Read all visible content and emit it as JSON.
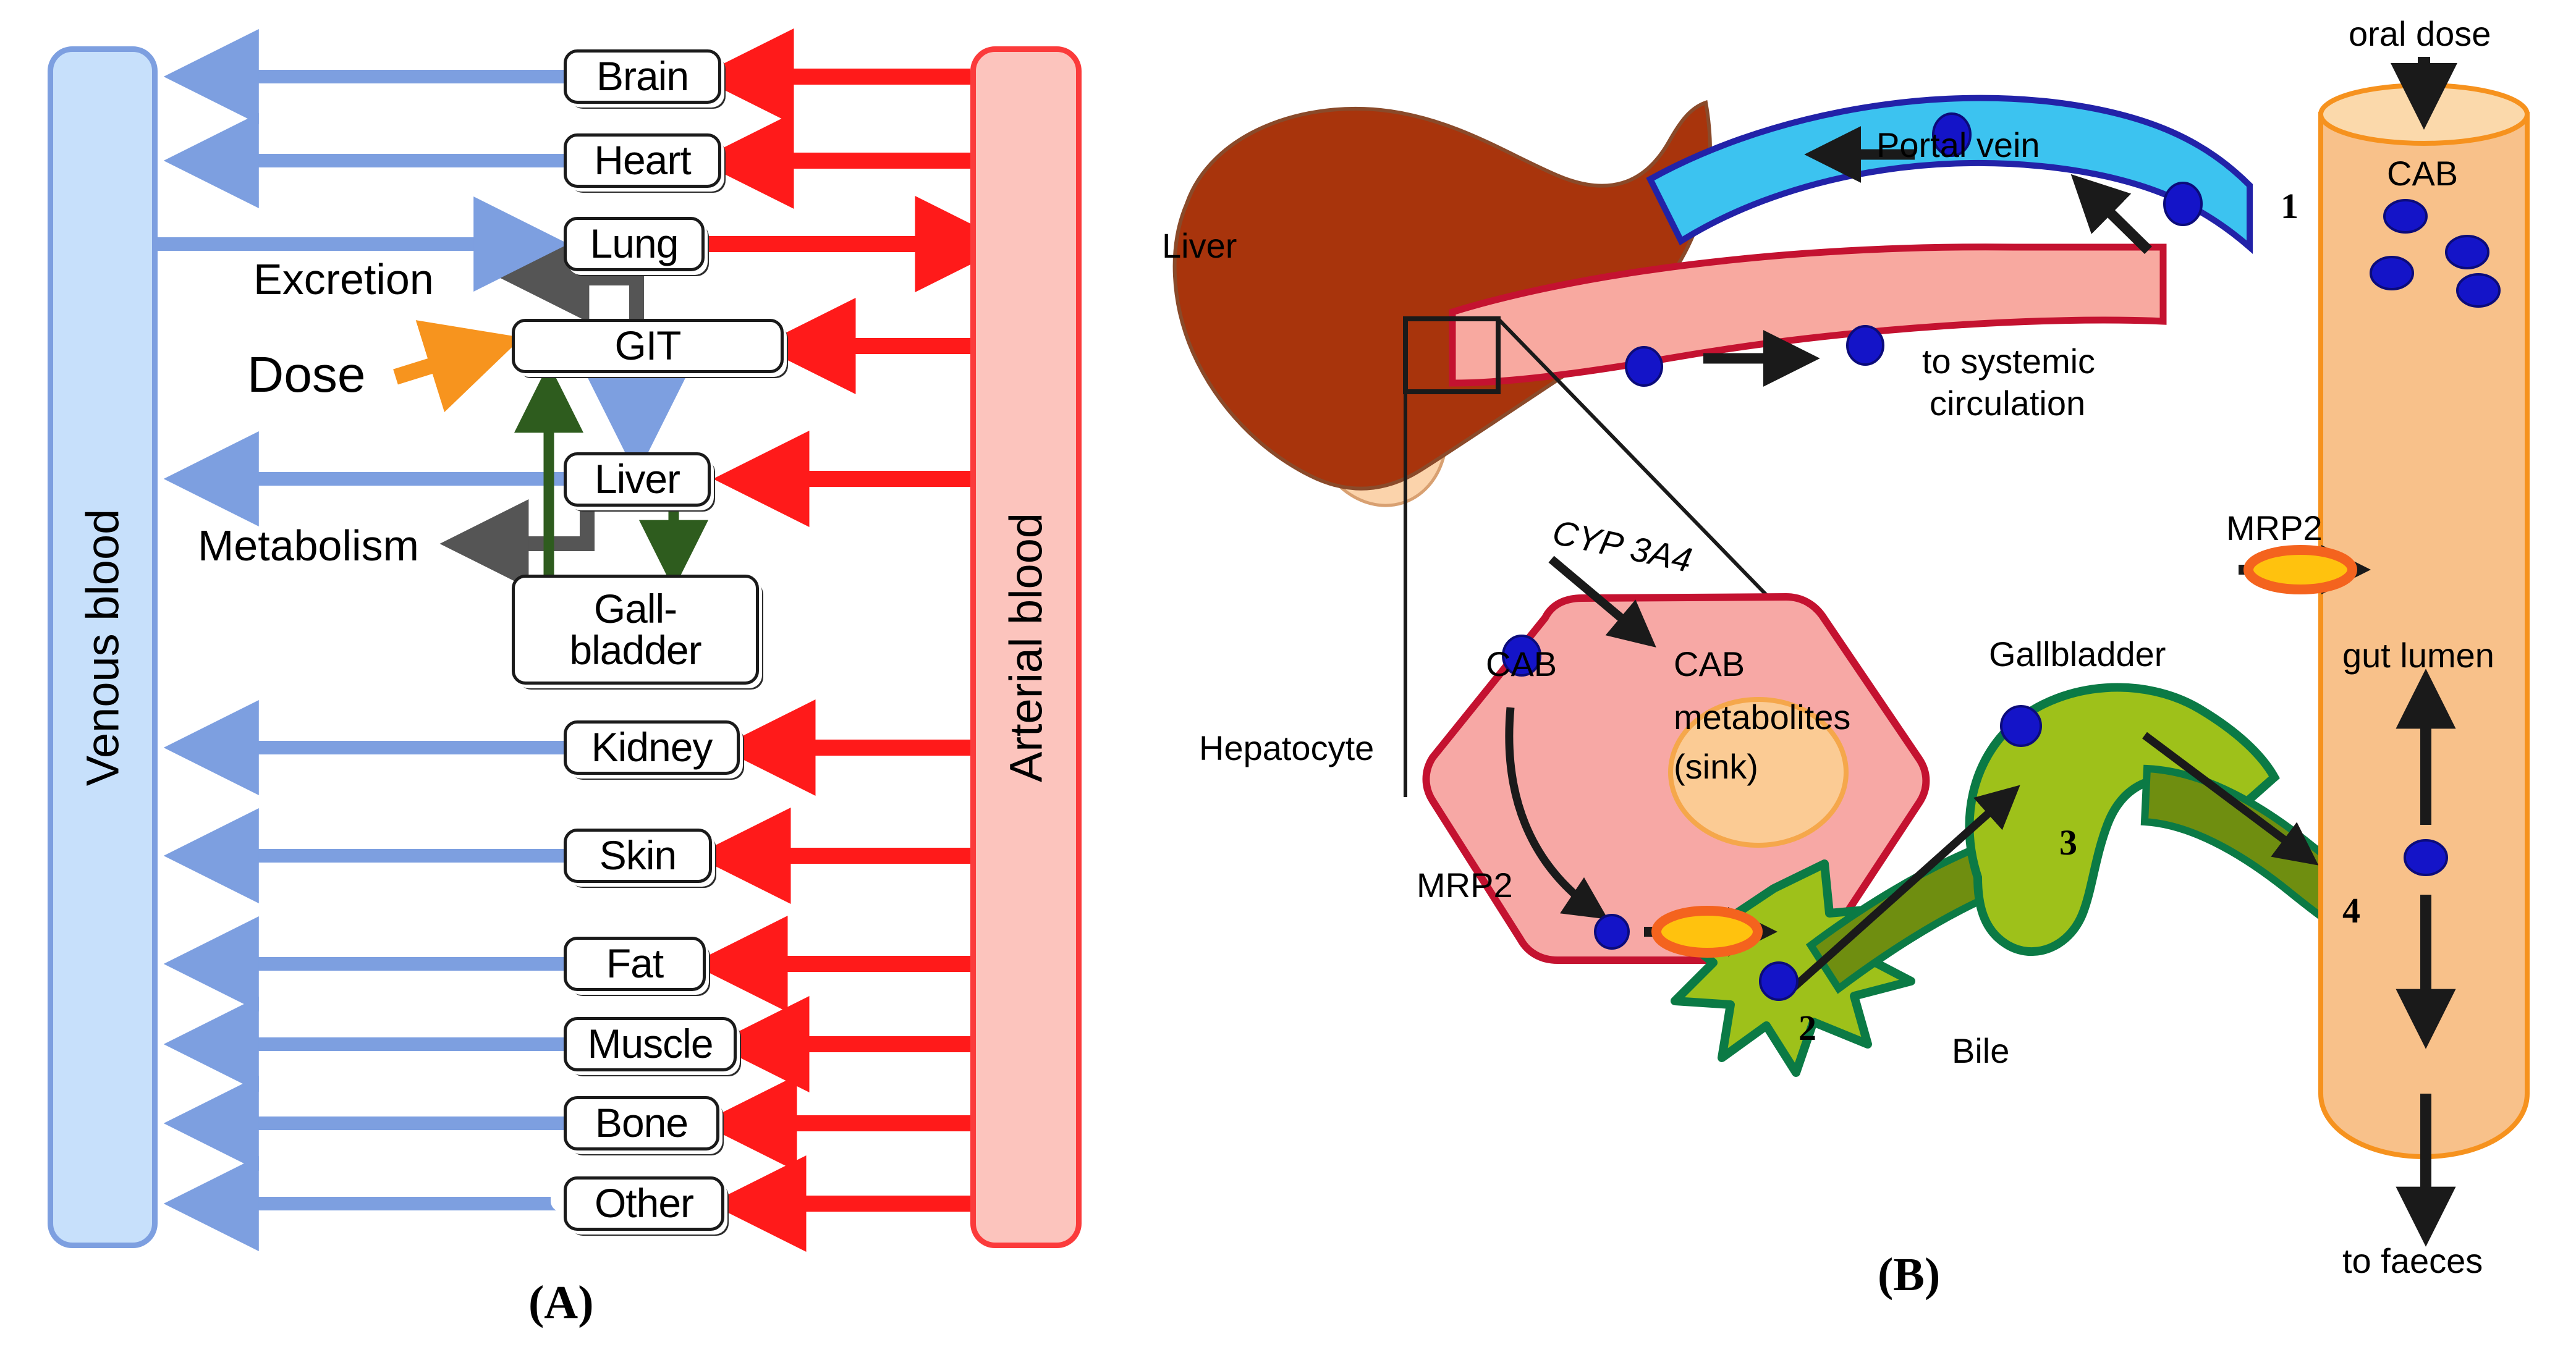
{
  "figure": {
    "panels": [
      {
        "id": "A",
        "caption": "(A)"
      },
      {
        "id": "B",
        "caption": "(B)"
      }
    ]
  },
  "panel_a": {
    "caption": "(A)",
    "vessels": [
      {
        "name": "venous-blood",
        "label": "Venous blood",
        "fill": "#c7e0fb",
        "stroke": "#7d9fe0"
      },
      {
        "name": "arterial-blood",
        "label": "Arterial blood",
        "fill": "#fcc4bd",
        "stroke": "#fb3b3b"
      }
    ],
    "organs": [
      {
        "id": "brain",
        "label": "Brain"
      },
      {
        "id": "heart",
        "label": "Heart"
      },
      {
        "id": "lung",
        "label": "Lung"
      },
      {
        "id": "git",
        "label": "GIT"
      },
      {
        "id": "liver",
        "label": "Liver"
      },
      {
        "id": "gallbladder",
        "label": "Gall-\nbladder"
      },
      {
        "id": "kidney",
        "label": "Kidney"
      },
      {
        "id": "skin",
        "label": "Skin"
      },
      {
        "id": "fat",
        "label": "Fat"
      },
      {
        "id": "muscle",
        "label": "Muscle"
      },
      {
        "id": "bone",
        "label": "Bone"
      },
      {
        "id": "other",
        "label": "Other"
      }
    ],
    "annotations": [
      {
        "id": "excretion",
        "label": "Excretion",
        "color": "#555555"
      },
      {
        "id": "dose",
        "label": "Dose",
        "color": "#f7941e"
      },
      {
        "id": "metabolism",
        "label": "Metabolism",
        "color": "#555555"
      }
    ],
    "colors": {
      "venous_arrow": "#7d9fe0",
      "arterial_arrow": "#ff1a1a",
      "bile_arrow": "#2e5c1e",
      "grey_arrow": "#555555",
      "dose_arrow": "#f7941e"
    }
  },
  "panel_b": {
    "caption": "(B)",
    "labels": {
      "liver": "Liver",
      "portal_vein": "Portal vein",
      "to_systemic": "to systemic",
      "circulation": "circulation",
      "oral_dose": "oral dose",
      "cab_gut": "CAB",
      "mrp2_gut": "MRP2",
      "gut_lumen": "gut lumen",
      "to_faeces": "to faeces",
      "hepatocyte": "Hepatocyte",
      "cyp3a4": "CYP 3A4",
      "cab_hepatocyte": "CAB",
      "cab_metabolites_1": "CAB",
      "cab_metabolites_2": "metabolites",
      "cab_metabolites_3": "(sink)",
      "mrp2_hepatocyte": "MRP2",
      "bile": "Bile",
      "gallbladder": "Gallbladder"
    },
    "step_numbers": [
      "1",
      "2",
      "3",
      "4"
    ],
    "colors": {
      "liver_organ": "#a8340c",
      "gallbladder_small": "#fbd3ab",
      "portal_vein_fill": "#3cc3f0",
      "portal_vein_stroke": "#2222a8",
      "systemic_fill": "#f8a9a0",
      "systemic_stroke": "#c41230",
      "hepatocyte_fill": "#f7a8a5",
      "hepatocyte_stroke": "#c41230",
      "nucleus_fill": "#fbcb94",
      "nucleus_stroke": "#f5a74b",
      "bile_canaliculus_fill": "#9ec11a",
      "bile_canaliculus_stroke": "#0b7a45",
      "bile_duct_fill": "#6f8e10",
      "gut_lumen_fill": "#f8c18a",
      "gut_lumen_top": "#fbd9ab",
      "gut_lumen_stroke": "#f6921e",
      "drug_dot": "#1414c8",
      "mrp2_outer": "#f4631e",
      "mrp2_inner": "#ffc20e",
      "arrow_black": "#1a1a1a"
    }
  }
}
